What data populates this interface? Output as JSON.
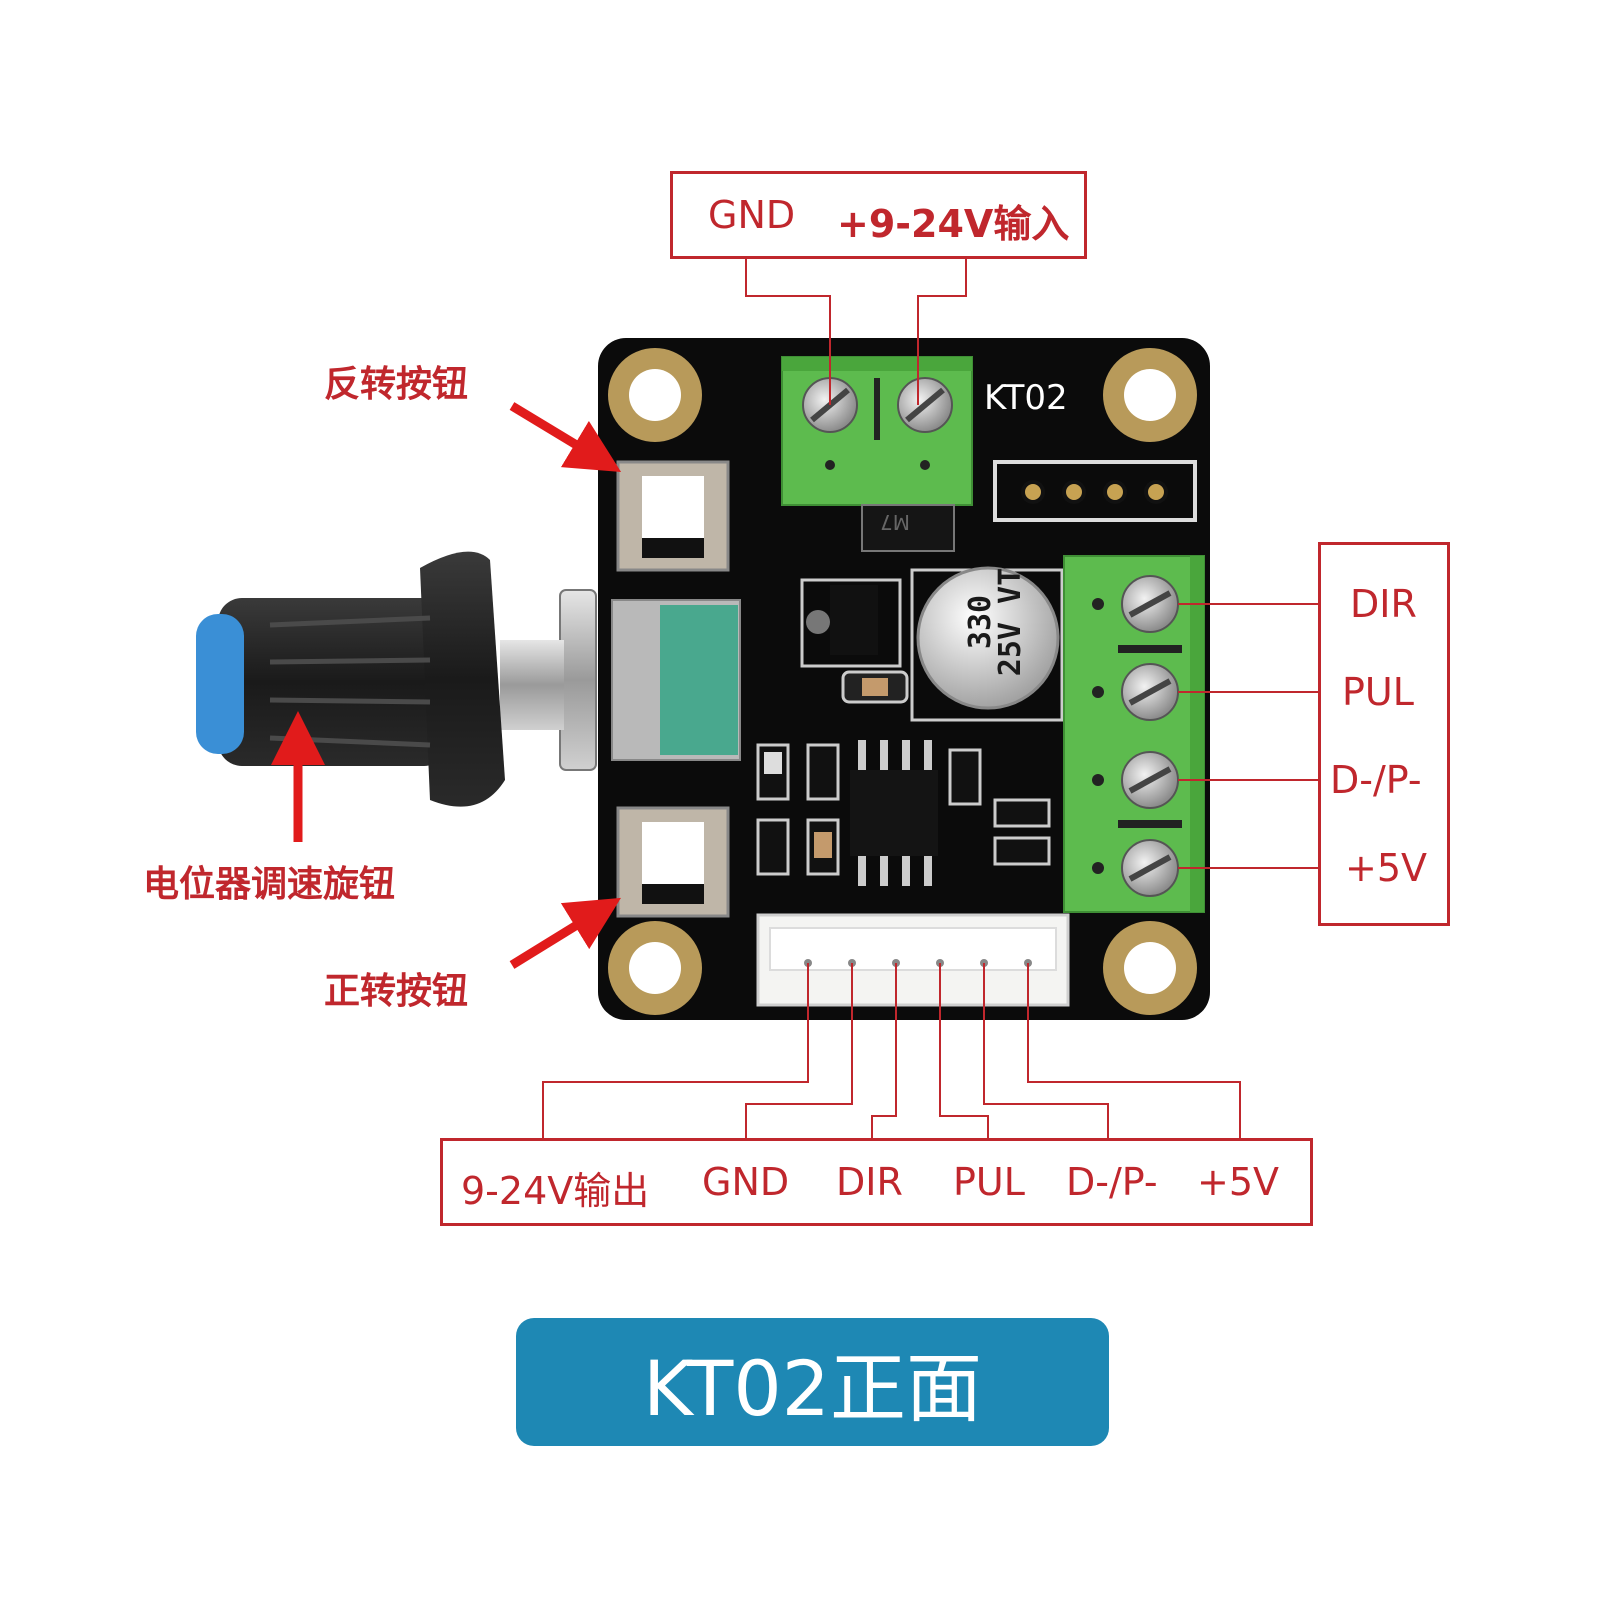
{
  "title": "KT02正面",
  "board": {
    "model_label": "KT02",
    "capacitor_text": "330 25V VT",
    "diode_text": "M7"
  },
  "labels": {
    "reverse_button": "反转按钮",
    "forward_button": "正转按钮",
    "potentiometer": "电位器调速旋钮"
  },
  "power_box": {
    "gnd": "GND",
    "vin": "+9-24V输入"
  },
  "right_box": [
    "DIR",
    "PUL",
    "D-/P-",
    "+5V"
  ],
  "bottom_box": [
    "9-24V输出",
    "GND",
    "DIR",
    "PUL",
    "D-/P-",
    "+5V"
  ],
  "colors": {
    "label_red": "#c0272d",
    "banner_blue": "#1e88b4",
    "terminal_green": "#5dbb4e",
    "pcb_black": "#0b0b0b",
    "knob_blue": "#3a8fd6"
  }
}
